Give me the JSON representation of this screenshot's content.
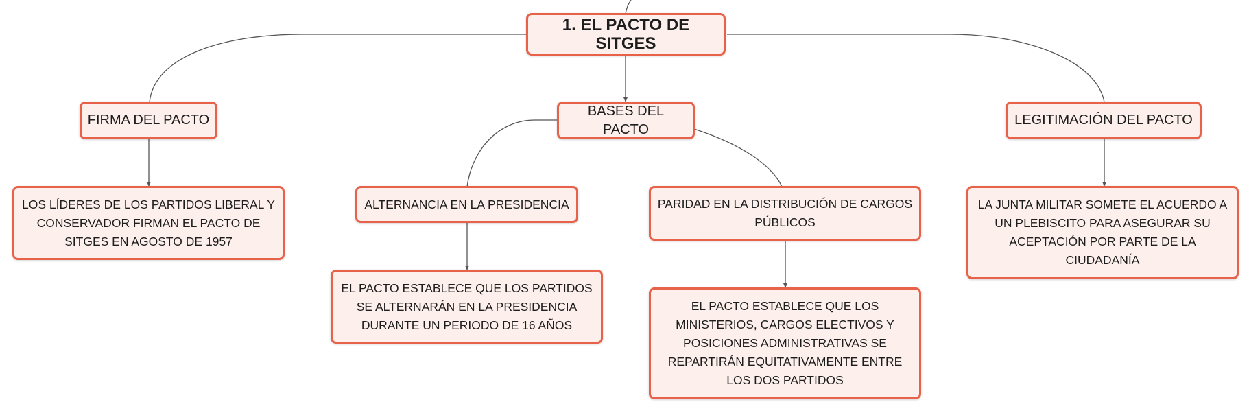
{
  "map": {
    "root": "1. EL PACTO DE SITGES",
    "firma": {
      "title": "FIRMA DEL PACTO",
      "detail": "LOS LÍDERES DE LOS PARTIDOS LIBERAL Y CONSERVADOR FIRMAN EL PACTO DE SITGES EN AGOSTO DE 1957"
    },
    "bases": {
      "title": "BASES DEL PACTO",
      "alternancia": {
        "title": "ALTERNANCIA EN LA PRESIDENCIA",
        "detail": "EL PACTO ESTABLECE QUE LOS PARTIDOS SE ALTERNARÁN EN LA PRESIDENCIA DURANTE UN PERIODO DE 16 AÑOS"
      },
      "paridad": {
        "title": "PARIDAD EN LA DISTRIBUCIÓN DE CARGOS PÚBLICOS",
        "detail": "EL PACTO ESTABLECE QUE LOS MINISTERIOS, CARGOS ELECTIVOS Y POSICIONES ADMINISTRATIVAS SE REPARTIRÁN EQUITATIVAMENTE ENTRE LOS DOS PARTIDOS"
      }
    },
    "legitimacion": {
      "title": "LEGITIMACIÓN DEL PACTO",
      "detail": "LA JUNTA MILITAR SOMETE EL ACUERDO A UN PLEBISCITO PARA ASEGURAR SU ACEPTACIÓN POR PARTE DE LA CIUDADANÍA"
    }
  },
  "colors": {
    "node_fill": "#fdf0ec",
    "node_border": "#e8624a",
    "connector": "#555555"
  }
}
